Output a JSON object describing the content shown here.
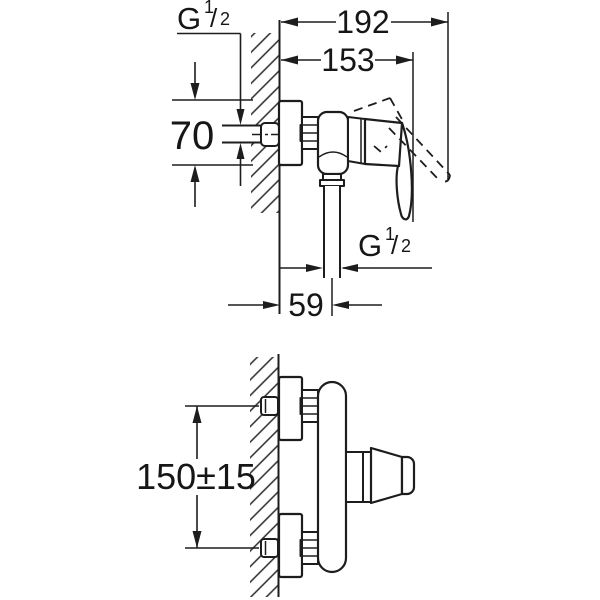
{
  "drawing": {
    "type": "technical-installation-diagram",
    "subject": "wall-mounted single-lever shower mixer, side view above and front view below",
    "labels": {
      "width_total": "192",
      "width_to_handle": "153",
      "flange_height": "70",
      "outlet_offset": "59",
      "connection_spacing": "150±15",
      "thread_inlet": {
        "prefix": "G",
        "numerator": "1",
        "slash": "/",
        "denominator": "2"
      },
      "thread_outlet": {
        "prefix": "G",
        "numerator": "1",
        "slash": "/",
        "denominator": "2"
      }
    },
    "colors": {
      "line": "#1d1d1d",
      "background": "#ffffff"
    }
  }
}
